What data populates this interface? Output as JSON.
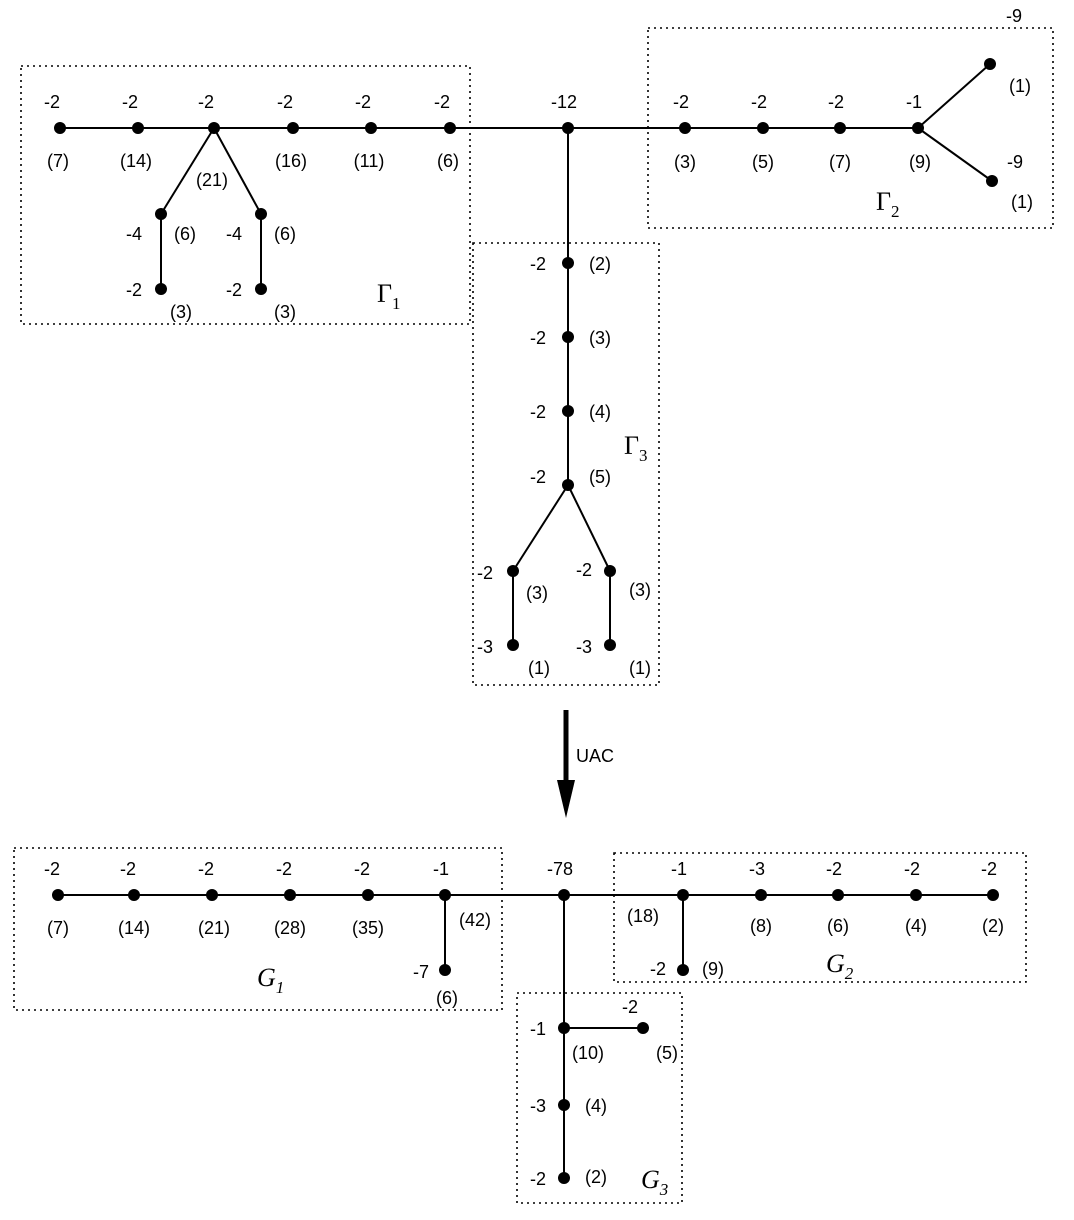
{
  "top_graph": {
    "regions": {
      "gamma1": {
        "symbol": "Γ",
        "sub": "1"
      },
      "gamma2": {
        "symbol": "Γ",
        "sub": "2"
      },
      "gamma3": {
        "symbol": "Γ",
        "sub": "3"
      }
    },
    "nodes": {
      "a1": {
        "weight": "-2",
        "mult": "(7)"
      },
      "a2": {
        "weight": "-2",
        "mult": "(14)"
      },
      "a3": {
        "weight": "-2",
        "mult": "(21)"
      },
      "a4": {
        "weight": "-2",
        "mult": "(16)"
      },
      "a5": {
        "weight": "-2",
        "mult": "(11)"
      },
      "a6": {
        "weight": "-2",
        "mult": "(6)"
      },
      "b1": {
        "weight": "-4",
        "mult": "(6)"
      },
      "b2": {
        "weight": "-2",
        "mult": "(3)"
      },
      "c1": {
        "weight": "-4",
        "mult": "(6)"
      },
      "c2": {
        "weight": "-2",
        "mult": "(3)"
      },
      "center": {
        "weight": "-12"
      },
      "d1": {
        "weight": "-2",
        "mult": "(3)"
      },
      "d2": {
        "weight": "-2",
        "mult": "(5)"
      },
      "d3": {
        "weight": "-2",
        "mult": "(7)"
      },
      "d4": {
        "weight": "-1",
        "mult": "(9)"
      },
      "e1": {
        "weight": "-9",
        "mult": "(1)"
      },
      "e2": {
        "weight": "-9",
        "mult": "(1)"
      },
      "v1": {
        "weight": "-2",
        "mult": "(2)"
      },
      "v2": {
        "weight": "-2",
        "mult": "(3)"
      },
      "v3": {
        "weight": "-2",
        "mult": "(4)"
      },
      "v4": {
        "weight": "-2",
        "mult": "(5)"
      },
      "vl1": {
        "weight": "-2",
        "mult": "(3)"
      },
      "vl2": {
        "weight": "-3",
        "mult": "(1)"
      },
      "vr1": {
        "weight": "-2",
        "mult": "(3)"
      },
      "vr2": {
        "weight": "-3",
        "mult": "(1)"
      }
    }
  },
  "arrow": {
    "label": "UAC"
  },
  "bottom_graph": {
    "regions": {
      "g1": {
        "symbol": "G",
        "sub": "1"
      },
      "g2": {
        "symbol": "G",
        "sub": "2"
      },
      "g3": {
        "symbol": "G",
        "sub": "3"
      }
    },
    "nodes": {
      "h1": {
        "weight": "-2",
        "mult": "(7)"
      },
      "h2": {
        "weight": "-2",
        "mult": "(14)"
      },
      "h3": {
        "weight": "-2",
        "mult": "(21)"
      },
      "h4": {
        "weight": "-2",
        "mult": "(28)"
      },
      "h5": {
        "weight": "-2",
        "mult": "(35)"
      },
      "h6": {
        "weight": "-1",
        "mult": "(42)"
      },
      "h7": {
        "weight": "-7",
        "mult": "(6)"
      },
      "center": {
        "weight": "-78"
      },
      "k1": {
        "weight": "-1",
        "mult": "(18)"
      },
      "k1b": {
        "weight": "-2",
        "mult": "(9)"
      },
      "k2": {
        "weight": "-3",
        "mult": "(8)"
      },
      "k3": {
        "weight": "-2",
        "mult": "(6)"
      },
      "k4": {
        "weight": "-2",
        "mult": "(4)"
      },
      "k5": {
        "weight": "-2",
        "mult": "(2)"
      },
      "m1": {
        "weight": "-1",
        "mult": "(10)"
      },
      "m1b": {
        "weight": "-2",
        "mult": "(5)"
      },
      "m2": {
        "weight": "-3",
        "mult": "(4)"
      },
      "m3": {
        "weight": "-2",
        "mult": "(2)"
      }
    }
  }
}
